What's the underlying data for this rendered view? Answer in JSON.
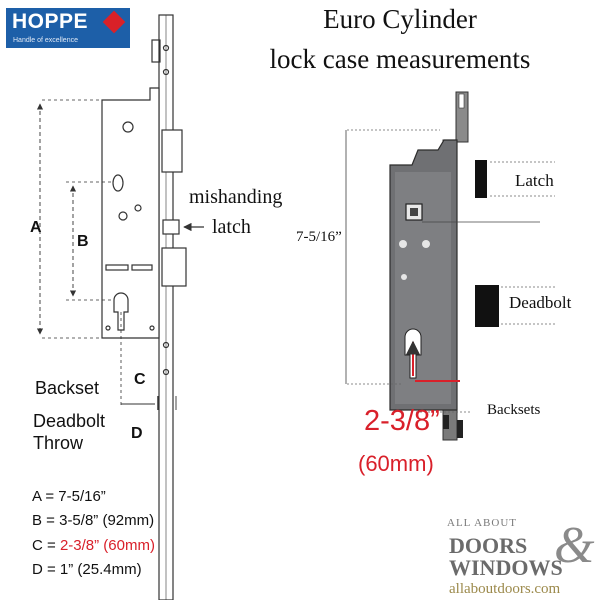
{
  "logo": {
    "brand": "HOPPE",
    "tagline": "Handle of excellence"
  },
  "title": {
    "line1": "Euro Cylinder",
    "line2": "lock case measurements"
  },
  "left_diagram": {
    "label_a": "A",
    "label_b": "B",
    "label_c": "C",
    "label_d": "D",
    "mishanding_1": "mishanding",
    "mishanding_2": "latch",
    "backset": "Backset",
    "deadbolt_1": "Deadbolt",
    "deadbolt_2": "Throw"
  },
  "measurements": {
    "a": "A = 7-5/16”",
    "b": "B = 3-5/8” (92mm)",
    "c_prefix": "C = ",
    "c_value": "2-3/8” (60mm)",
    "d": "D = 1” (25.4mm)"
  },
  "right_diagram": {
    "height": "7-5/16”",
    "latch": "Latch",
    "deadbolt": "Deadbolt",
    "backsets": "Backsets",
    "backset_inch": "2-3/8”",
    "backset_mm": "(60mm)"
  },
  "brand": {
    "line1": "ALL ABOUT",
    "line2": "DOORS",
    "ampersand": "&",
    "line3": "WINDOWS",
    "site": "allaboutdoors.com"
  },
  "colors": {
    "accent_red": "#d9202a",
    "logo_blue": "#1d5fa8"
  }
}
